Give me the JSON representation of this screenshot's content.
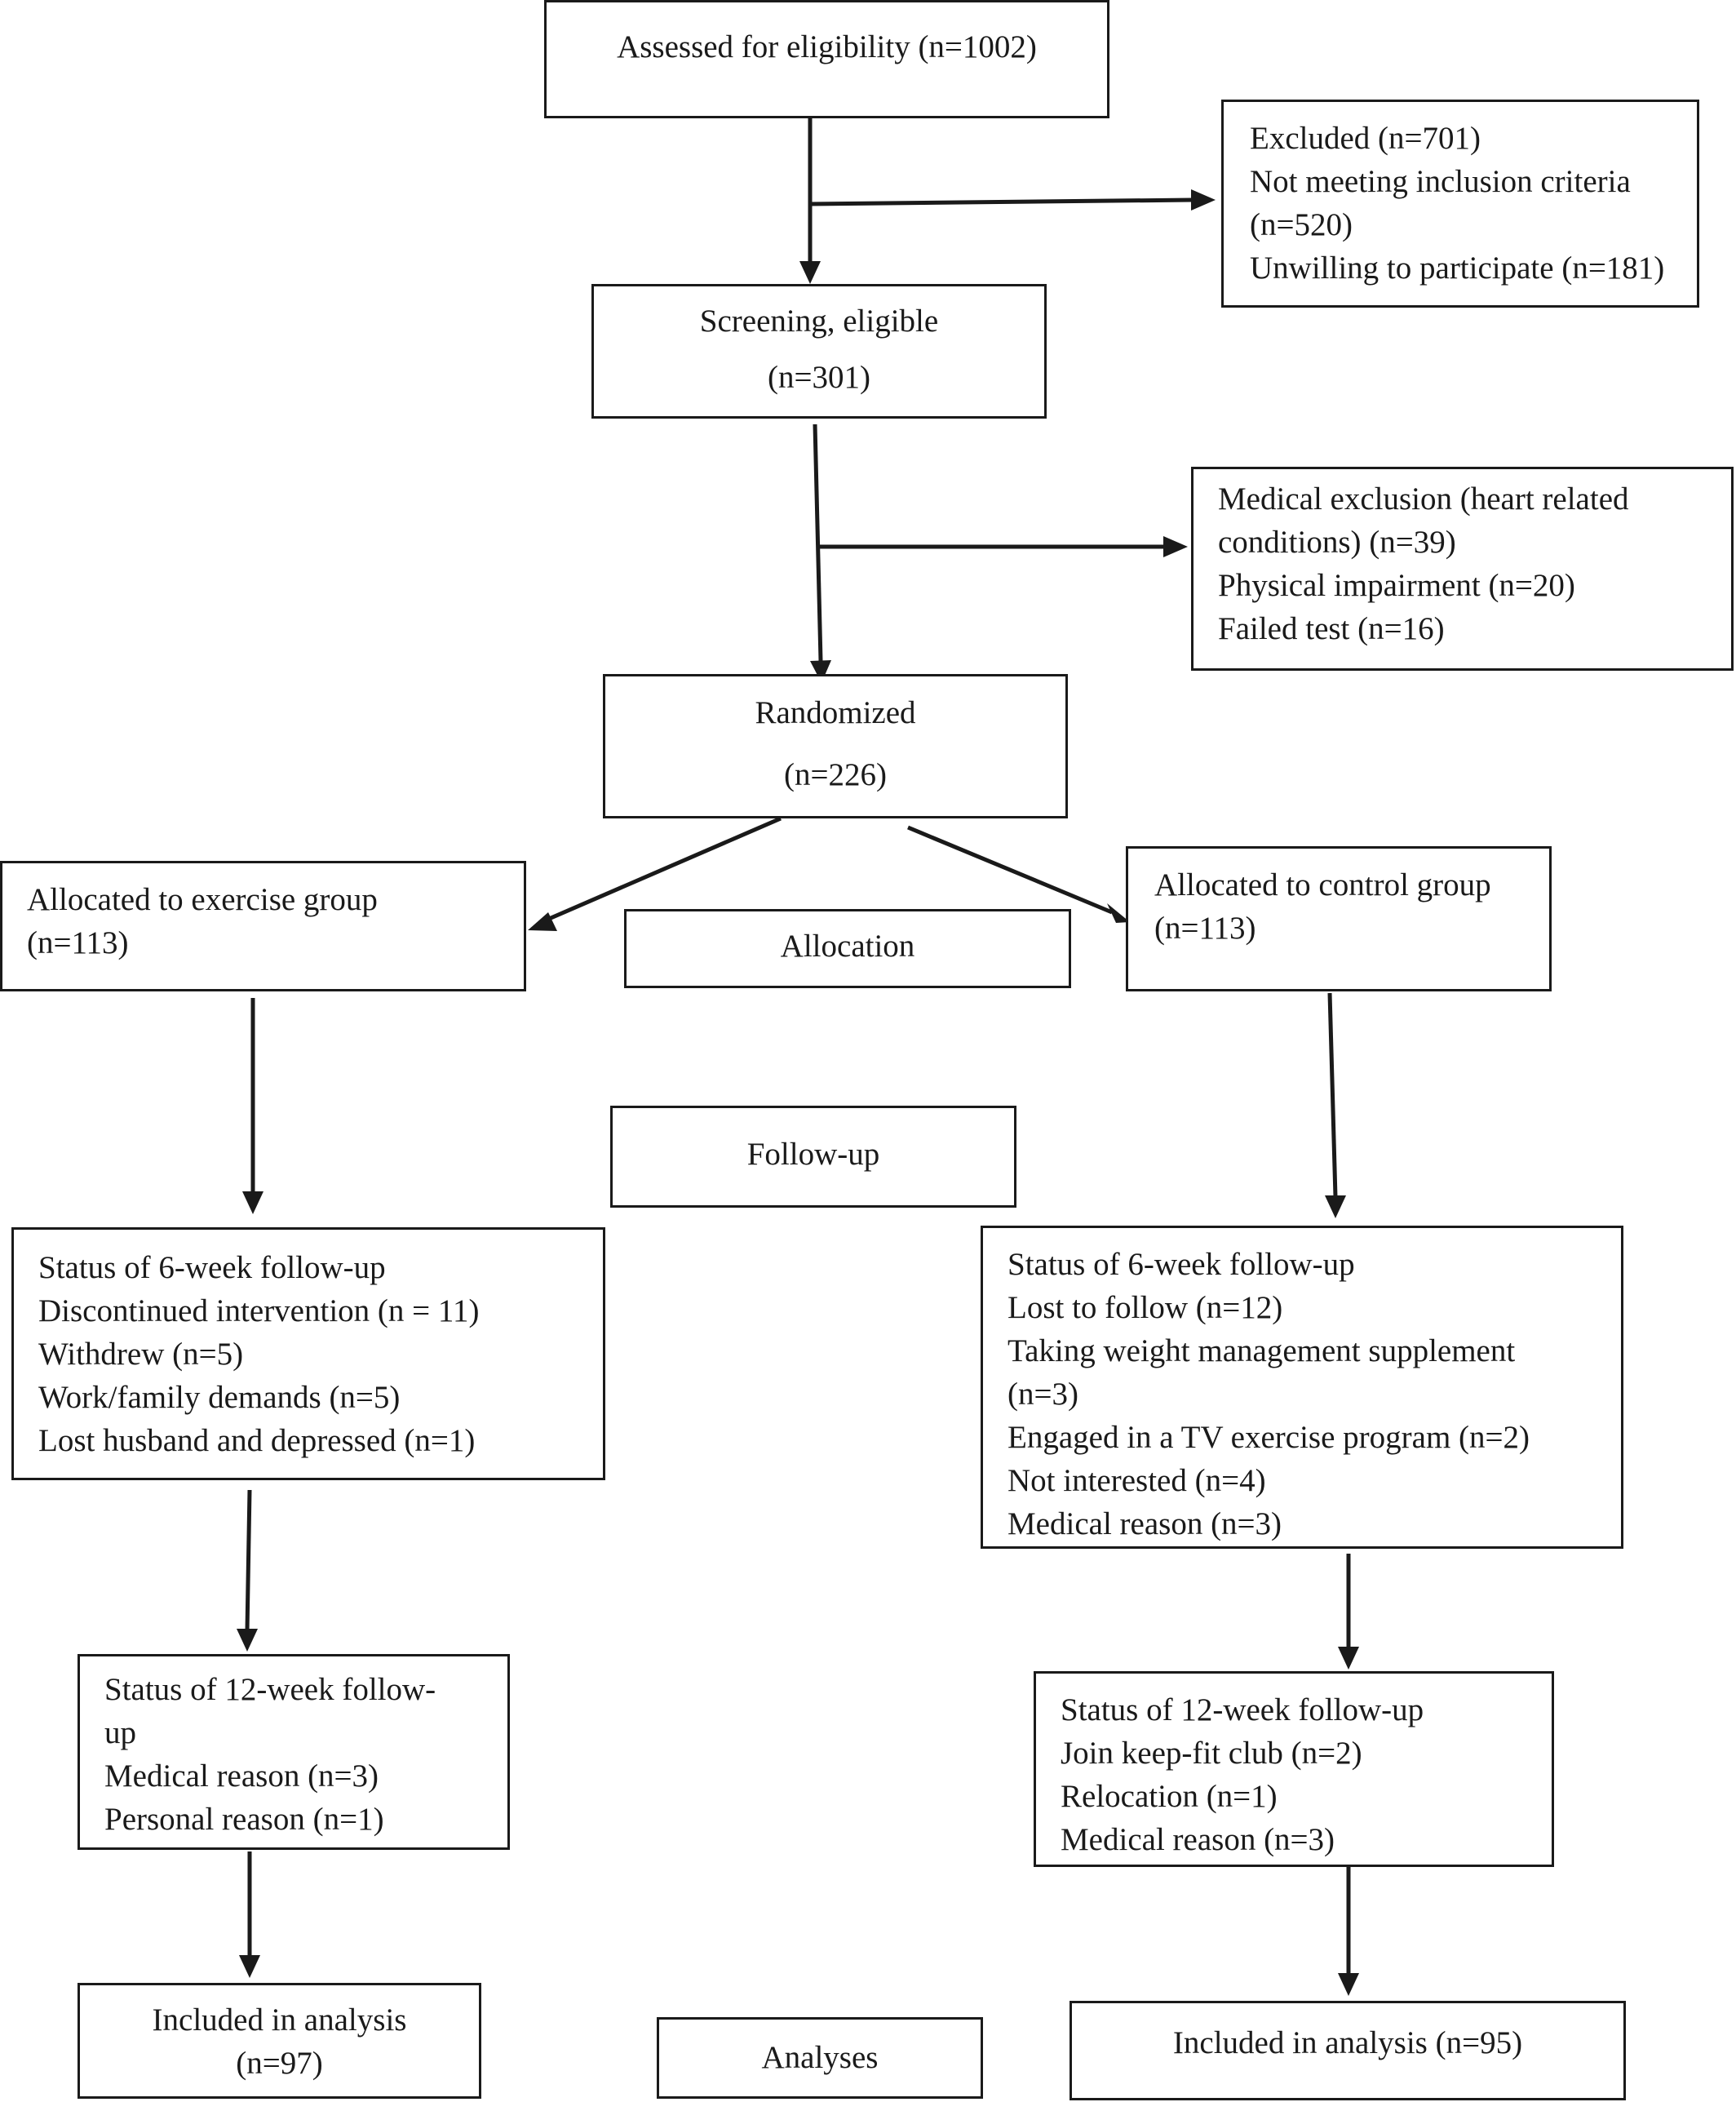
{
  "assessed": {
    "lines": [
      "Assessed for eligibility (n=1002)"
    ]
  },
  "excluded": {
    "lines": [
      "Excluded (n=701)",
      "Not meeting inclusion criteria",
      "(n=520)",
      "Unwilling to participate (n=181)"
    ]
  },
  "screening": {
    "lines": [
      "Screening, eligible",
      "(n=301)"
    ]
  },
  "medical_exclusion": {
    "lines": [
      "Medical exclusion (heart related",
      "conditions) (n=39)",
      "Physical impairment (n=20)",
      "Failed test (n=16)"
    ]
  },
  "randomized": {
    "lines": [
      "Randomized",
      "(n=226)"
    ]
  },
  "exercise_group": {
    "lines": [
      "Allocated to exercise group",
      "(n=113)"
    ]
  },
  "allocation_label": {
    "lines": [
      "Allocation"
    ]
  },
  "control_group": {
    "lines": [
      "Allocated to control group",
      "(n=113)"
    ]
  },
  "followup_label": {
    "lines": [
      "Follow-up"
    ]
  },
  "exercise_6wk": {
    "lines": [
      "Status of 6-week follow-up",
      "Discontinued intervention (n = 11)",
      "Withdrew (n=5)",
      "Work/family demands (n=5)",
      "Lost husband and depressed (n=1)"
    ]
  },
  "control_6wk": {
    "lines": [
      "Status of 6-week follow-up",
      "Lost to follow (n=12)",
      "Taking weight management supplement",
      "(n=3)",
      "Engaged in a TV exercise program (n=2)",
      "Not interested (n=4)",
      "Medical reason (n=3)"
    ]
  },
  "exercise_12wk": {
    "lines": [
      "Status of 12-week follow-",
      "up",
      "Medical reason (n=3)",
      "Personal reason (n=1)"
    ]
  },
  "control_12wk": {
    "lines": [
      "Status of 12-week follow-up",
      "Join keep-fit club (n=2)",
      "Relocation (n=1)",
      "Medical reason (n=3)"
    ]
  },
  "exercise_analysis": {
    "lines": [
      "Included in analysis",
      "(n=97)"
    ]
  },
  "analyses_label": {
    "lines": [
      "Analyses"
    ]
  },
  "control_analysis": {
    "lines": [
      "Included in analysis (n=95)"
    ]
  },
  "colors": {
    "line": "#1a1a1a",
    "background": "#ffffff"
  }
}
